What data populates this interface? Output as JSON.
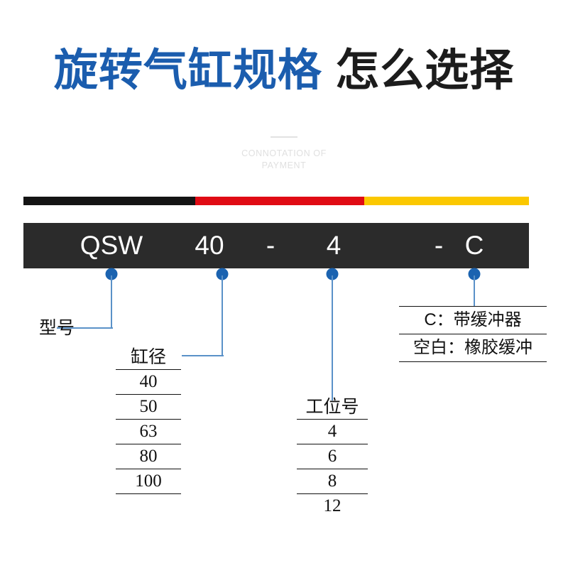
{
  "title": {
    "highlight": "旋转气缸规格",
    "rest": " 怎么选择",
    "highlight_color": "#1b5dae",
    "rest_color": "#1c1c1c"
  },
  "sub_caption": {
    "line1": "CONNOTATION OF",
    "line2": "PAYMENT",
    "color": "#e0e0e0"
  },
  "color_bar": {
    "segments": [
      {
        "name": "black",
        "color": "#141414"
      },
      {
        "name": "red",
        "color": "#e00b14"
      },
      {
        "name": "yellow",
        "color": "#fbc800"
      }
    ]
  },
  "code_bar": {
    "background": "#2b2b2b",
    "text_color": "#ffffff",
    "tokens": [
      {
        "name": "model",
        "text": "QSW"
      },
      {
        "name": "bore",
        "text": "40"
      },
      {
        "name": "dash-1",
        "text": "-"
      },
      {
        "name": "station",
        "text": "4"
      },
      {
        "name": "dash-2",
        "text": "-"
      },
      {
        "name": "cushion",
        "text": "C"
      }
    ]
  },
  "callouts": {
    "dot_color": "#1b63b0",
    "line_color": "#5a91c8"
  },
  "model_label": "型号",
  "bore_table": {
    "header": "缸径",
    "values": [
      "40",
      "50",
      "63",
      "80",
      "100"
    ]
  },
  "station_table": {
    "header": "工位号",
    "values": [
      "4",
      "6",
      "8",
      "12"
    ]
  },
  "cushion_options": {
    "rows": [
      "C：带缓冲器",
      "空白：橡胶缓冲"
    ]
  }
}
